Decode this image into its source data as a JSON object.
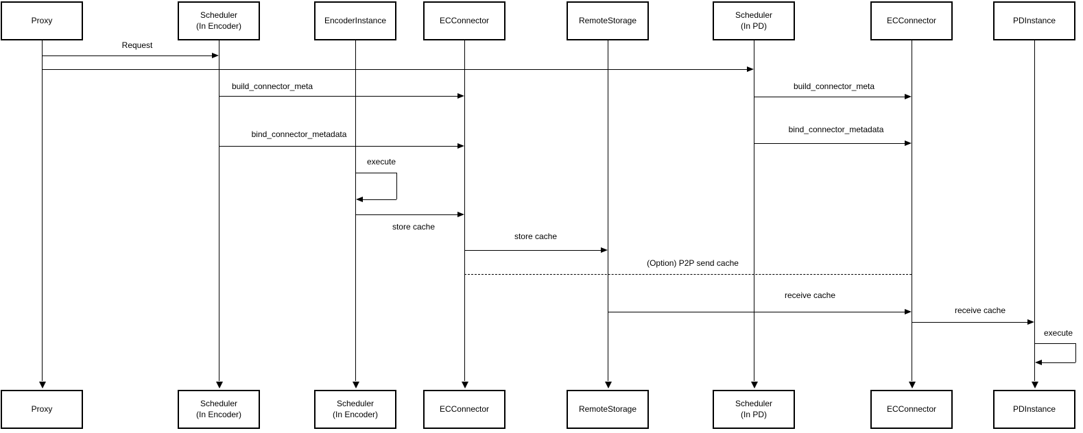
{
  "diagram": {
    "participants": [
      {
        "id": "proxy",
        "top_label": "Proxy",
        "bottom_label": "Proxy"
      },
      {
        "id": "scheduler-in-encoder",
        "top_label": "Scheduler\n(In Encoder)",
        "bottom_label": "Scheduler\n(In Encoder)"
      },
      {
        "id": "encoder-instance",
        "top_label": "EncoderInstance",
        "bottom_label": "Scheduler\n(In Encoder)"
      },
      {
        "id": "ec-connector-encoder-side",
        "top_label": "ECConnector",
        "bottom_label": "ECConnector"
      },
      {
        "id": "remote-storage",
        "top_label": "RemoteStorage",
        "bottom_label": "RemoteStorage"
      },
      {
        "id": "scheduler-in-pd",
        "top_label": "Scheduler\n(In PD)",
        "bottom_label": "Scheduler\n(In PD)"
      },
      {
        "id": "ec-connector-pd-side",
        "top_label": "ECConnector",
        "bottom_label": "ECConnector"
      },
      {
        "id": "pd-instance",
        "top_label": "PDInstance",
        "bottom_label": "PDInstance"
      }
    ],
    "messages": [
      {
        "name": "request",
        "label": "Request",
        "from": 0,
        "to": 1,
        "line": "solid",
        "self": false
      },
      {
        "name": "request-to-pd-scheduler",
        "label": "",
        "from": 0,
        "to": 5,
        "line": "solid",
        "self": false
      },
      {
        "name": "build-connector-meta-encoder",
        "label": "build_connector_meta",
        "from": 1,
        "to": 3,
        "line": "solid",
        "self": false
      },
      {
        "name": "build-connector-meta-pd",
        "label": "build_connector_meta",
        "from": 5,
        "to": 6,
        "line": "solid",
        "self": false
      },
      {
        "name": "bind-connector-metadata-encoder",
        "label": "bind_connector_metadata",
        "from": 1,
        "to": 3,
        "line": "solid",
        "self": false
      },
      {
        "name": "bind-connector-metadata-pd",
        "label": "bind_connector_metadata",
        "from": 5,
        "to": 6,
        "line": "solid",
        "self": false
      },
      {
        "name": "execute-encoder-instance",
        "label": "execute",
        "from": 2,
        "to": 2,
        "line": "solid",
        "self": true
      },
      {
        "name": "store-cache-to-ec-connector",
        "label": "store cache",
        "from": 2,
        "to": 3,
        "line": "solid",
        "self": false
      },
      {
        "name": "store-cache-to-remote-storage",
        "label": "store cache",
        "from": 3,
        "to": 4,
        "line": "solid",
        "self": false
      },
      {
        "name": "p2p-send-cache-option",
        "label": "(Option) P2P send cache",
        "from": 3,
        "to": 6,
        "line": "dashed",
        "self": false
      },
      {
        "name": "receive-cache-from-storage",
        "label": "receive cache",
        "from": 4,
        "to": 6,
        "line": "solid",
        "self": false
      },
      {
        "name": "receive-cache-to-pd-instance",
        "label": "receive cache",
        "from": 6,
        "to": 7,
        "line": "solid",
        "self": false
      },
      {
        "name": "execute-pd-instance",
        "label": "execute",
        "from": 7,
        "to": 7,
        "line": "solid",
        "self": true
      }
    ]
  }
}
